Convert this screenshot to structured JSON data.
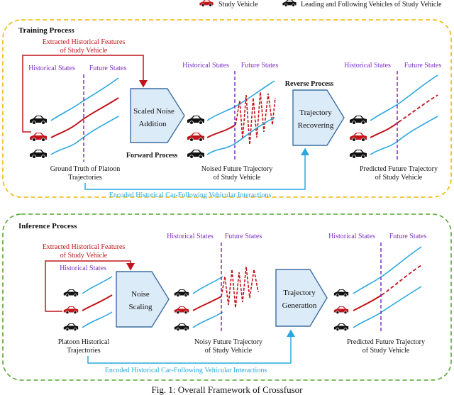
{
  "legend": {
    "study_vehicle": "Study Vehicle",
    "other_vehicles": "Leading and Following Vehicles of Study Vehicle"
  },
  "training": {
    "title": "Training Process",
    "extracted_line1": "Extracted Historical Features",
    "extracted_line2": "of Study Vehicle",
    "historical_states": "Historical States",
    "future_states": "Future States",
    "scaled_noise_line1": "Scaled Noise",
    "scaled_noise_line2": "Addition",
    "forward_process": "Forward Process",
    "reverse_process": "Reverse Process",
    "recover_line1": "Trajectory",
    "recover_line2": "Recovering",
    "gt_line1": "Ground Truth of Platoon",
    "gt_line2": "Trajectories",
    "noised_line1": "Noised Future Trajectory",
    "noised_line2": "of Study Vehicle",
    "pred_line1": "Predicted Future Trajectory",
    "pred_line2": "of Study Vehicle",
    "encoded": "Encoded Historical Car-Following Vehicular Interactions"
  },
  "inference": {
    "title": "Inference Process",
    "extracted_line1": "Extracted Historical Features",
    "extracted_line2": "of Study Vehicle",
    "historical_states": "Historical States",
    "future_states": "Future States",
    "noise_line1": "Noise",
    "noise_line2": "Scaling",
    "generation_line1": "Trajectory",
    "generation_line2": "Generation",
    "platoon_line1": "Platoon Historical",
    "platoon_line2": "Trajectories",
    "noisy_line1": "Noisy Future Trajectory",
    "noisy_line2": "of Study Vehicle",
    "pred_line1": "Predicted Future Trajectory",
    "pred_line2": "of Study Vehicle",
    "encoded": "Encoded Historical Car-Following Vehicular Interactions"
  },
  "caption": "Fig. 1: Overall Framework of Crossfusor",
  "colors": {
    "study": "#c0151b",
    "traj": "#29a8e0",
    "purple": "#7b2fbf",
    "box_fill": "#dcebf8",
    "box_stroke": "#3d6ea1",
    "training_border": "#f2b705",
    "inference_border": "#55a630"
  }
}
